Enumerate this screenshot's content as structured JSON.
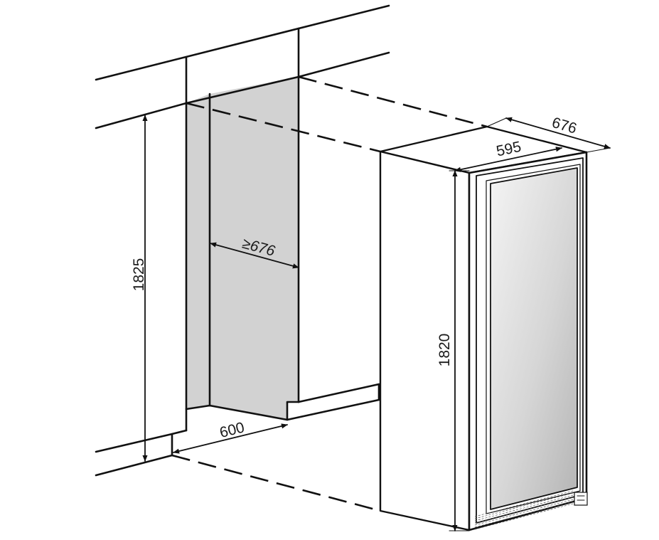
{
  "dimensions": {
    "niche_height": "1825",
    "niche_depth": "≥676",
    "niche_width": "600",
    "unit_height": "1820",
    "unit_width": "595",
    "unit_depth": "676"
  },
  "colors": {
    "line": "#111111",
    "niche_fill": "#d2d2d2",
    "glass_light": "#f2f2f2",
    "glass_dark": "#b8b8b8"
  }
}
